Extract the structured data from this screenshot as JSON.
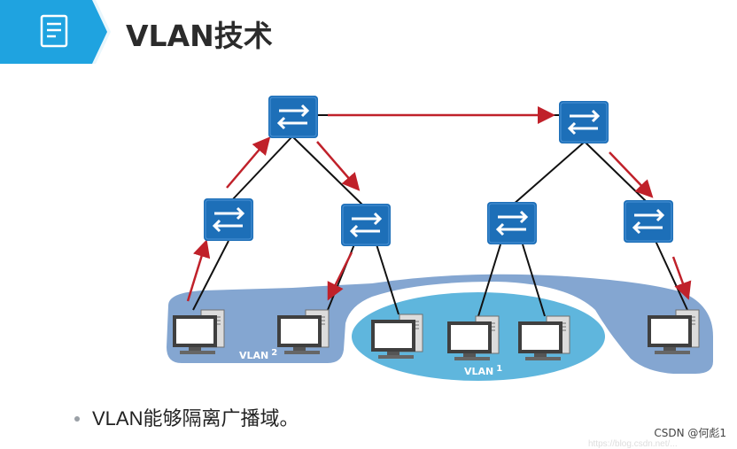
{
  "header": {
    "title": "VLAN技术",
    "icon": "document-icon",
    "accent_color": "#1fa3e0"
  },
  "diagram": {
    "vlan2": {
      "label": "VLAN",
      "sup": "2",
      "color": "#6f96c9"
    },
    "vlan1": {
      "label": "VLAN",
      "sup": "1",
      "color": "#5fb6dd"
    },
    "switch_color": "#1d6fb8",
    "arrow_color": "#c0212a"
  },
  "bullet": {
    "text": "VLAN能够隔离广播域。"
  },
  "watermark": {
    "text": "CSDN @何彪1",
    "faint": "https://blog.csdn.net/..."
  }
}
